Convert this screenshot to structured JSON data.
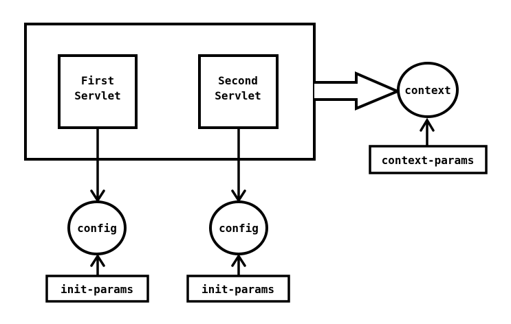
{
  "diagram": {
    "colors": {
      "stroke": "#000000",
      "background": "#ffffff"
    },
    "nodes": {
      "first_servlet": {
        "line1": "First",
        "line2": "Servlet"
      },
      "second_servlet": {
        "line1": "Second",
        "line2": "Servlet"
      },
      "config_left": {
        "label": "config"
      },
      "config_right": {
        "label": "config"
      },
      "context": {
        "label": "context"
      },
      "init_params_left": {
        "label": "init-params"
      },
      "init_params_right": {
        "label": "init-params"
      },
      "context_params": {
        "label": "context-params"
      }
    }
  }
}
